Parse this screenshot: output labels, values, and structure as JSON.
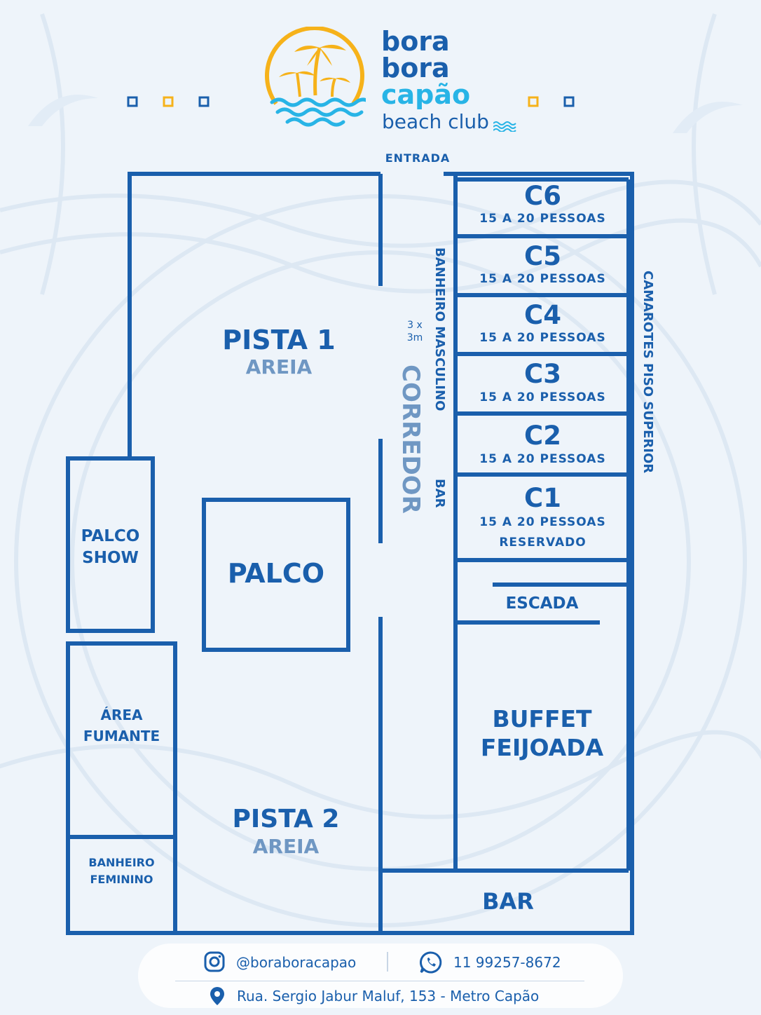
{
  "brand": {
    "line1": "bora",
    "line2": "bora",
    "line3": "capão",
    "line4": "beach club",
    "colors": {
      "blue": "#1a5fac",
      "yellow": "#f6b21a",
      "cyan": "#28b4e6",
      "light_blue_text": "#6f97c3"
    }
  },
  "map": {
    "entrance": "ENTRADA",
    "pista1": {
      "title": "PISTA 1",
      "subtitle": "AREIA"
    },
    "pista2": {
      "title": "PISTA 2",
      "subtitle": "AREIA"
    },
    "palco": "PALCO",
    "palco_show": {
      "line1": "PALCO",
      "line2": "SHOW"
    },
    "area_fumante": {
      "line1": "ÁREA",
      "line2": "FUMANTE"
    },
    "banheiro_feminino": {
      "line1": "BANHEIRO",
      "line2": "FEMININO"
    },
    "size_note": {
      "line1": "3 x",
      "line2": "3m"
    },
    "corredor": "CORREDOR",
    "banheiro_masculino": "BANHEIRO MASCULINO",
    "bar_side": "BAR",
    "camarotes_label": "CAMAROTES PISO SUPERIOR",
    "camarotes": [
      {
        "code": "C6",
        "capacity": "15 A 20 PESSOAS",
        "note": ""
      },
      {
        "code": "C5",
        "capacity": "15 A 20 PESSOAS",
        "note": ""
      },
      {
        "code": "C4",
        "capacity": "15 A 20 PESSOAS",
        "note": ""
      },
      {
        "code": "C3",
        "capacity": "15 A 20 PESSOAS",
        "note": ""
      },
      {
        "code": "C2",
        "capacity": "15 A 20 PESSOAS",
        "note": ""
      },
      {
        "code": "C1",
        "capacity": "15 A 20 PESSOAS",
        "note": "RESERVADO"
      }
    ],
    "escada": "ESCADA",
    "buffet": {
      "line1": "BUFFET",
      "line2": "FEIJOADA"
    },
    "bar_bottom": "BAR"
  },
  "footer": {
    "instagram": "@boraboracapao",
    "whatsapp": "11 99257-8672",
    "address": "Rua. Sergio Jabur Maluf, 153 - Metro Capão",
    "icons": [
      "instagram-icon",
      "whatsapp-icon",
      "location-pin-icon"
    ]
  }
}
